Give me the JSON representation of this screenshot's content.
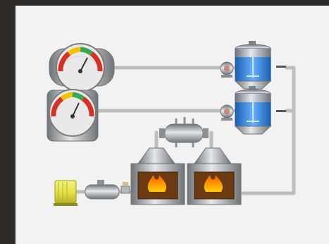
{
  "scene": {
    "colors": {
      "background_border": "#2f2b28",
      "panel": "#f2f2f2",
      "pipe": "#bdbdbd",
      "steel": "#9fa3a7",
      "steel_dark": "#6f7478",
      "tank_blue": "#2f7ed8",
      "motor_yellow": "#e6e34a",
      "flame_orange": "#ff8a00",
      "furnace_brown": "#6a3a10"
    },
    "components": [
      {
        "kind": "gauge_tank",
        "id": "gauge-tank-top"
      },
      {
        "kind": "gauge_tank",
        "id": "gauge-tank-mid"
      },
      {
        "kind": "pump",
        "id": "pump-top"
      },
      {
        "kind": "pump",
        "id": "pump-mid"
      },
      {
        "kind": "mixer_tank",
        "id": "mixer-tank-top"
      },
      {
        "kind": "mixer_tank",
        "id": "mixer-tank-bottom"
      },
      {
        "kind": "furnace",
        "id": "furnace-left"
      },
      {
        "kind": "furnace",
        "id": "furnace-right"
      },
      {
        "kind": "motor",
        "id": "motor"
      },
      {
        "kind": "compressor",
        "id": "compressor"
      },
      {
        "kind": "heat_exchanger",
        "id": "heat-exchanger"
      }
    ]
  }
}
